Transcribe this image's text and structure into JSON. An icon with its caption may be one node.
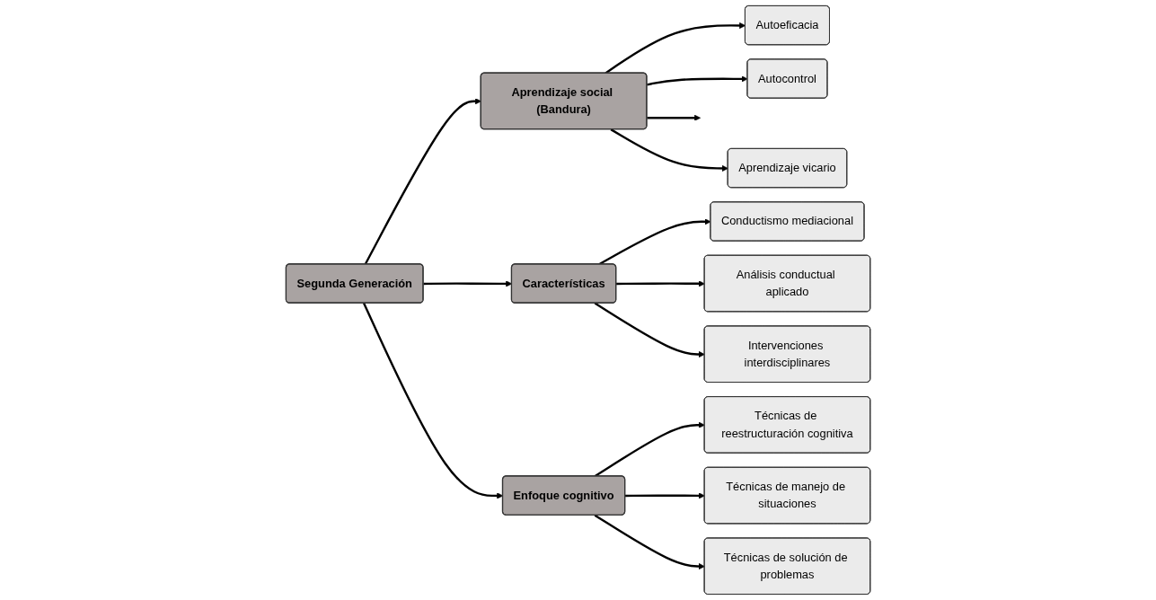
{
  "diagram": {
    "nodes": [
      {
        "text": [
          "Segunda Generación"
        ]
      },
      {
        "text": [
          "Aprendizaje social (Bandura)"
        ]
      },
      {
        "text": [
          "Características"
        ]
      },
      {
        "text": [
          "Enfoque cognitivo"
        ]
      },
      {
        "text": [
          "Autoeficacia"
        ]
      },
      {
        "text": [
          "Autocontrol"
        ]
      },
      {
        "text": [
          "Aprendizaje vicario"
        ]
      },
      {
        "text": [
          "Conductismo mediacional"
        ]
      },
      {
        "text": [
          "Análisis conductual aplicado"
        ]
      },
      {
        "text": [
          "Intervenciones interdisciplinares"
        ]
      },
      {
        "text": [
          "Técnicas de reestructuración cognitiva"
        ]
      },
      {
        "text": [
          "Técnicas de manejo de situaciones"
        ]
      },
      {
        "text": [
          "Técnicas de solución de problemas"
        ]
      }
    ],
    "edges": [
      {
        "from": 0,
        "to": 1,
        "arrow": "to"
      },
      {
        "from": 0,
        "to": 2,
        "arrow": "to"
      },
      {
        "from": 0,
        "to": 3,
        "arrow": "to"
      },
      {
        "from": 1,
        "to": 4,
        "arrow": "to"
      },
      {
        "from": 1,
        "to": 5,
        "arrow": "to"
      },
      {
        "from": 1,
        "to": null,
        "arrow": "to"
      },
      {
        "from": 1,
        "to": 6,
        "arrow": "to"
      },
      {
        "from": 2,
        "to": 7,
        "arrow": "to"
      },
      {
        "from": 2,
        "to": 8,
        "arrow": "to"
      },
      {
        "from": 2,
        "to": 9,
        "arrow": "to"
      },
      {
        "from": 3,
        "to": 10,
        "arrow": "to"
      },
      {
        "from": 3,
        "to": 11,
        "arrow": "to"
      },
      {
        "from": 3,
        "to": 12,
        "arrow": "to"
      }
    ]
  }
}
